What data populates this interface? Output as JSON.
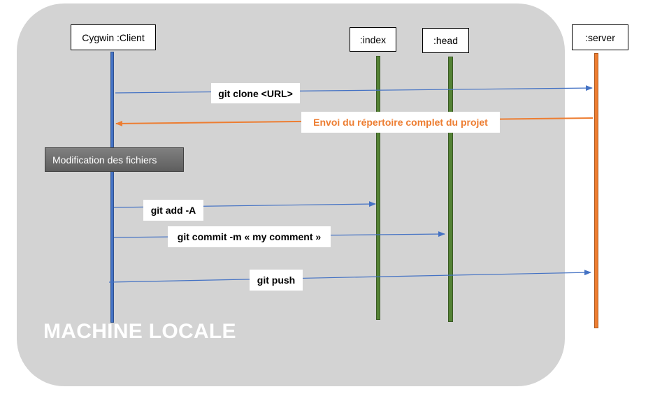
{
  "region": {
    "label": "MACHINE LOCALE"
  },
  "actors": {
    "client": "Cygwin :Client",
    "index": ":index",
    "head": ":head",
    "server": ":server"
  },
  "activity": {
    "label": "Modification des fichiers"
  },
  "messages": {
    "clone": "git clone <URL>",
    "envoi": "Envoi du répertoire complet du projet",
    "add": "git add -A",
    "commit": "git commit -m « my comment »",
    "push": "git push"
  },
  "colors": {
    "client_line": "#4472c4",
    "local_line": "#548235",
    "server_line": "#ed7d31",
    "request_arrow": "#4472c4",
    "response_arrow": "#ed7d31",
    "region_fill": "#d3d3d3"
  }
}
